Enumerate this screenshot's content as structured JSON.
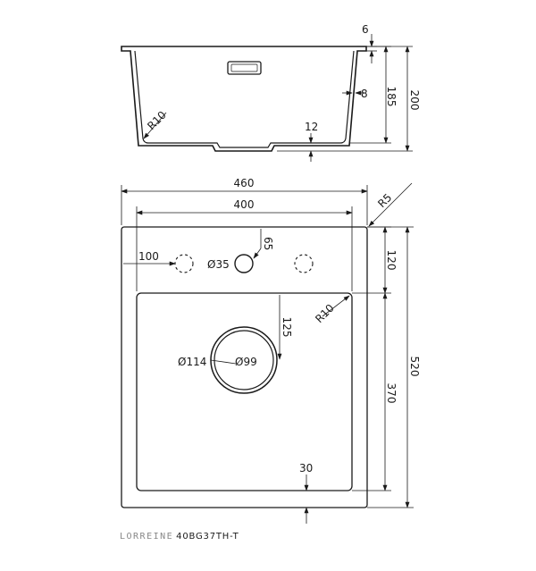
{
  "dimensions": {
    "rim_thickness": "6",
    "wall_thickness": "8",
    "inner_depth": "185",
    "overall_depth": "200",
    "bowl_corner_radius_side": "R10",
    "drain_recess": "12",
    "overall_width": "460",
    "bowl_width": "400",
    "outer_corner_radius": "R5",
    "tap_hole_offset_x": "100",
    "tap_hole_offset_y": "65",
    "tap_hole_diameter": "Ø35",
    "deck_depth": "120",
    "bowl_corner_radius_top": "R10",
    "drain_offset_y": "125",
    "drain_outer_diameter": "Ø114",
    "drain_inner_diameter": "Ø99",
    "bowl_length": "370",
    "overall_length": "520",
    "bottom_margin": "30"
  },
  "footer": {
    "brand": "LORREINE",
    "model": "40BG37TH-T"
  },
  "colors": {
    "line": "#1a1a1a",
    "background": "#ffffff"
  }
}
